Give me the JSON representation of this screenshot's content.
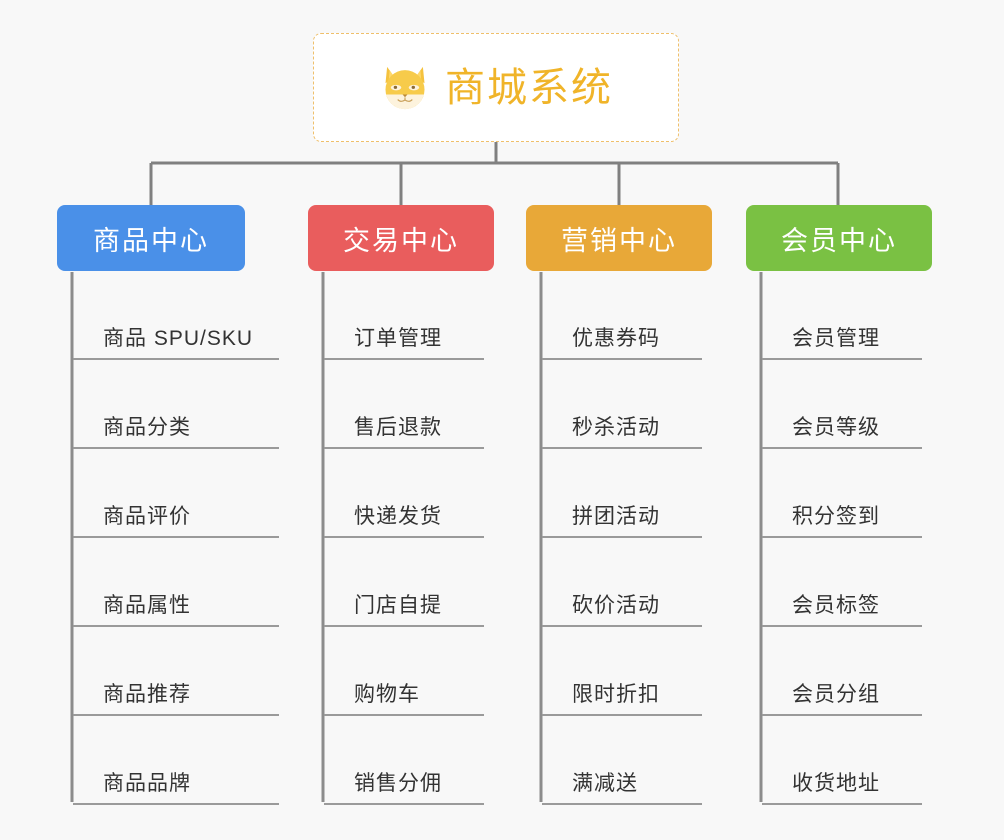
{
  "background_color": "#f8f8f8",
  "root": {
    "title": "商城系统",
    "icon": "shiba-dog-icon",
    "text_color": "#f0b429",
    "border_color": "#efbf6a"
  },
  "connector_color": "#808080",
  "columns": [
    {
      "id": "product-center",
      "label": "商品中心",
      "color": "#4a90e8",
      "items": [
        {
          "label": "商品 SPU/SKU"
        },
        {
          "label": "商品分类"
        },
        {
          "label": "商品评价"
        },
        {
          "label": "商品属性"
        },
        {
          "label": "商品推荐"
        },
        {
          "label": "商品品牌"
        }
      ]
    },
    {
      "id": "trade-center",
      "label": "交易中心",
      "color": "#e95d5d",
      "items": [
        {
          "label": "订单管理"
        },
        {
          "label": "售后退款"
        },
        {
          "label": "快递发货"
        },
        {
          "label": "门店自提"
        },
        {
          "label": "购物车"
        },
        {
          "label": "销售分佣"
        }
      ]
    },
    {
      "id": "marketing-center",
      "label": "营销中心",
      "color": "#e8a838",
      "items": [
        {
          "label": "优惠券码"
        },
        {
          "label": "秒杀活动"
        },
        {
          "label": "拼团活动"
        },
        {
          "label": "砍价活动"
        },
        {
          "label": "限时折扣"
        },
        {
          "label": "满减送"
        }
      ]
    },
    {
      "id": "member-center",
      "label": "会员中心",
      "color": "#7ac143",
      "items": [
        {
          "label": "会员管理"
        },
        {
          "label": "会员等级"
        },
        {
          "label": "积分签到"
        },
        {
          "label": "会员标签"
        },
        {
          "label": "会员分组"
        },
        {
          "label": "收货地址"
        }
      ]
    }
  ]
}
